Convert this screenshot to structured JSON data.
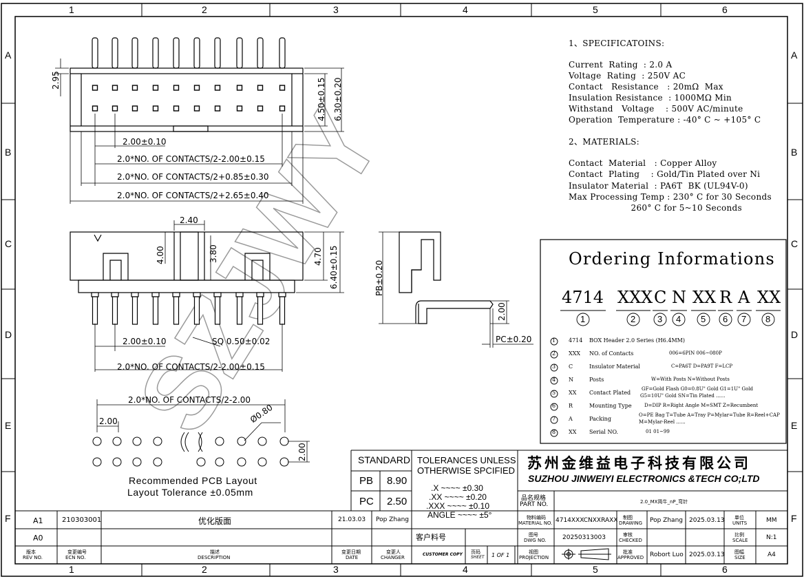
{
  "grid": {
    "columns": [
      "1",
      "2",
      "3",
      "4",
      "5",
      "6"
    ],
    "rows": [
      "A",
      "B",
      "C",
      "D",
      "E",
      "F"
    ]
  },
  "watermark": "SZJWY",
  "top_view": {
    "dim_295": "2.95",
    "dim_450": "4.50±0.15",
    "dim_630": "6.30±0.20",
    "pitch": "2.00±0.10",
    "len1": "2.0*NO. OF CONTACTS/2-2.00±0.15",
    "len2": "2.0*NO. OF CONTACTS/2+0.85±0.30",
    "len3": "2.0*NO. OF CONTACTS/2+2.65±0.40"
  },
  "front_view": {
    "dim_240": "2.40",
    "dim_400": "4.00",
    "dim_380": "3.80",
    "dim_470": "4.70",
    "dim_640": "6.40±0.15",
    "pitch": "2.00±0.10",
    "sq": "SQ 0.50±0.02",
    "len": "2.0*NO. OF CONTACTS/2-2.00±0.15"
  },
  "side_view": {
    "pb": "PB±0.20",
    "dim_200": "2.00",
    "pc": "PC±0.20"
  },
  "pcb": {
    "len": "2.0*NO. OF CONTACTS/2-2.00",
    "pitch_h": "2.00",
    "hole": "Ø0.80",
    "pitch_v": "2.00",
    "title1": "Recommended PCB Layout",
    "title2": "Layout Tolerance ±0.05mm"
  },
  "specs": {
    "heading1": "1、SPECIFICATOINS:",
    "lines1": [
      "Current  Rating  : 2.0 A",
      "Voltage  Rating  : 250V AC",
      "Contact   Resistance   : 20mΩ  Max",
      "Insulation Resistance  : 1000MΩ Min",
      "Withstand   Voltage    : 500V AC/minute",
      "Operation  Temperature : -40° C ~ +105° C"
    ],
    "heading2": "2、MATERIALS:",
    "lines2": [
      "Contact  Material   : Copper Alloy",
      "Contact  Plating    : Gold/Tin Plated over Ni",
      "Insulator Material  : PA6T  BK (UL94V-0)",
      "Max Processing Temp : 230° C for 30 Seconds",
      "                      260° C for 5~10 Seconds"
    ]
  },
  "ordering": {
    "title": "Ordering Informations",
    "codes": [
      "4714",
      "XXX",
      "C",
      "N",
      "XX",
      "R",
      "A",
      "XX"
    ],
    "nums": [
      "1",
      "2",
      "3",
      "4",
      "5",
      "6",
      "7",
      "8"
    ],
    "rows": [
      {
        "n": "1",
        "code": "4714",
        "name": "BOX  Header 2.0  Series  (H6.4MM)",
        "opt": ""
      },
      {
        "n": "2",
        "code": "XXX",
        "name": "NO. of Contacts",
        "opt": "006=6PIN  006~080P"
      },
      {
        "n": "3",
        "code": "C",
        "name": "Insulator Material",
        "opt": "C=PA6T  D=PA9T  F=LCP"
      },
      {
        "n": "4",
        "code": "N",
        "name": "Posts",
        "opt": "W=With Posts  N=Without Posts"
      },
      {
        "n": "5",
        "code": "XX",
        "name": "Contact Plated",
        "opt": "GF=Gold Flash  G0=0.8U\" Gold  G1=1U\" Gold",
        "opt2": "G5=10U\" Gold    SN=Tin Plated ......"
      },
      {
        "n": "6",
        "code": "R",
        "name": "Mounting Type",
        "opt": "D=DIP   R=Right Angle  M=SMT  Z=Recumbent"
      },
      {
        "n": "7",
        "code": "A",
        "name": "Packing",
        "opt": "O=PE Bag  T=Tube  A=Tray  P=Mylar=Tube  R=Reel+CAP",
        "opt2": "M=Mylar-Reel  ......"
      },
      {
        "n": "8",
        "code": "XX",
        "name": "Serial NO.",
        "opt": "01   01~99"
      }
    ]
  },
  "title_block": {
    "standard": "STANDARD",
    "pb_label": "PB",
    "pb_val": "8.90",
    "pc_label": "PC",
    "pc_val": "2.50",
    "tol1": "TOLERANCES UNLESS",
    "tol2": "OTHERWISE SPCIFIED",
    "tol3": ".X  ~~~~  ±0.30",
    "tol4": ".XX  ~~~~  ±0.20",
    "tol5": ".XXX  ~~~~  ±0.10",
    "tol6": "ANGLE  ~~~~  ±5°",
    "company_cn": "苏州金维益电子科技有限公司",
    "company_en": "SUZHOU JINWEIYI ELECTRONICS &TECH CO;LTD",
    "pn_label_cn": "品名规格",
    "pn_label_en": "PART NO.",
    "pn_value": "2.0_MX简牛_nP_弯针",
    "customer_cn": "客户料号",
    "customer_en": "CUSTOMER COPY",
    "sheet_cn": "页码",
    "sheet_en": "SHEET",
    "sheet_val": "1 OF 1",
    "material_cn": "物料编码",
    "material_en": "MATERIAL NO.",
    "material_val": "4714XXXCNXXRAXX",
    "dwg_cn": "图号",
    "dwg_en": "DWG NO.",
    "dwg_val": "20250313003",
    "proj_cn": "视图",
    "proj_en": "PROJECTION",
    "drawing_cn": "制图",
    "drawing_en": "DRAWING",
    "drawing_name": "Pop Zhang",
    "drawing_date": "2025.03.13",
    "checked_cn": "审核",
    "checked_en": "CHECKED",
    "approved_cn": "批准",
    "approved_en": "APPROVED",
    "approved_name": "Robort Luo",
    "approved_date": "2025.03.13",
    "units_cn": "单位",
    "units_en": "UNITS",
    "units_val": "MM",
    "scale_cn": "比例",
    "scale_en": "SCALE",
    "scale_val": "N:1",
    "size_cn": "图幅",
    "size_en": "SIZE",
    "size_val": "A4",
    "rev_rows": [
      {
        "rev": "A1",
        "ecn": "210303001",
        "desc": "优化版面",
        "date": "21.03.03",
        "changer": "Pop Zhang"
      },
      {
        "rev": "A0",
        "ecn": "",
        "desc": "",
        "date": "",
        "changer": ""
      }
    ],
    "hdr_rev_cn": "版本",
    "hdr_rev_en": "REV NO.",
    "hdr_ecn_cn": "变更编号",
    "hdr_ecn_en": "ECN  NO.",
    "hdr_desc_cn": "描述",
    "hdr_desc_en": "DESCRIPTION",
    "hdr_date_cn": "变更日期",
    "hdr_date_en": "DATE",
    "hdr_changer_cn": "变更人",
    "hdr_changer_en": "CHANGER"
  }
}
